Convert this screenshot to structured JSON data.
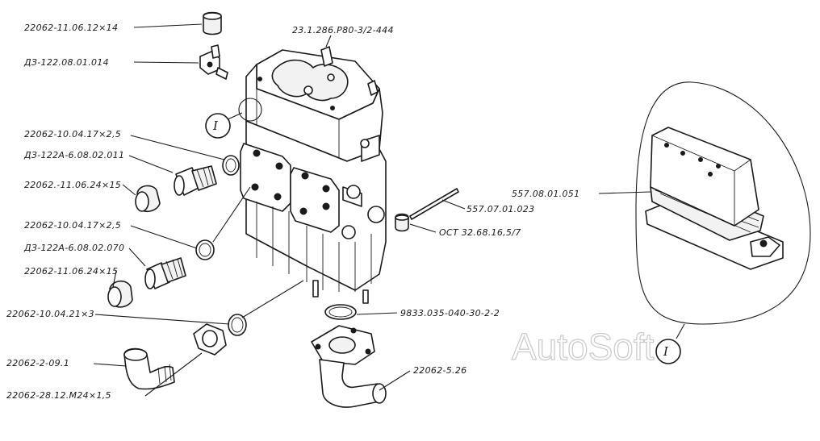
{
  "labels": {
    "l1": "22062-11.06.12×14",
    "l2": "ДЗ-122.08.01.014",
    "l3": "22062-10.04.17×2,5",
    "l4": "ДЗ-122А-6.08.02.011",
    "l5": "22062.-11.06.24×15",
    "l6": "22062-10.04.17×2,5",
    "l7": "ДЗ-122А-6.08.02.070",
    "l8": "22062-11.06.24×15",
    "l9": "22062-10.04.21×3",
    "l10": "22062-2-09.1",
    "l11": "22062-28.12.М24×1,5",
    "l12": "23.1.286.Р80-3/2-444",
    "l13": "557.07.01.023",
    "l14": "ОСТ 32.68.16,5/7",
    "l15": "9833.035-040-30-2-2",
    "l16": "22062-5.26",
    "l17": "557.08.01.051"
  },
  "callouts": {
    "main": "I",
    "detail": "I"
  },
  "watermark": "AutoSoft"
}
